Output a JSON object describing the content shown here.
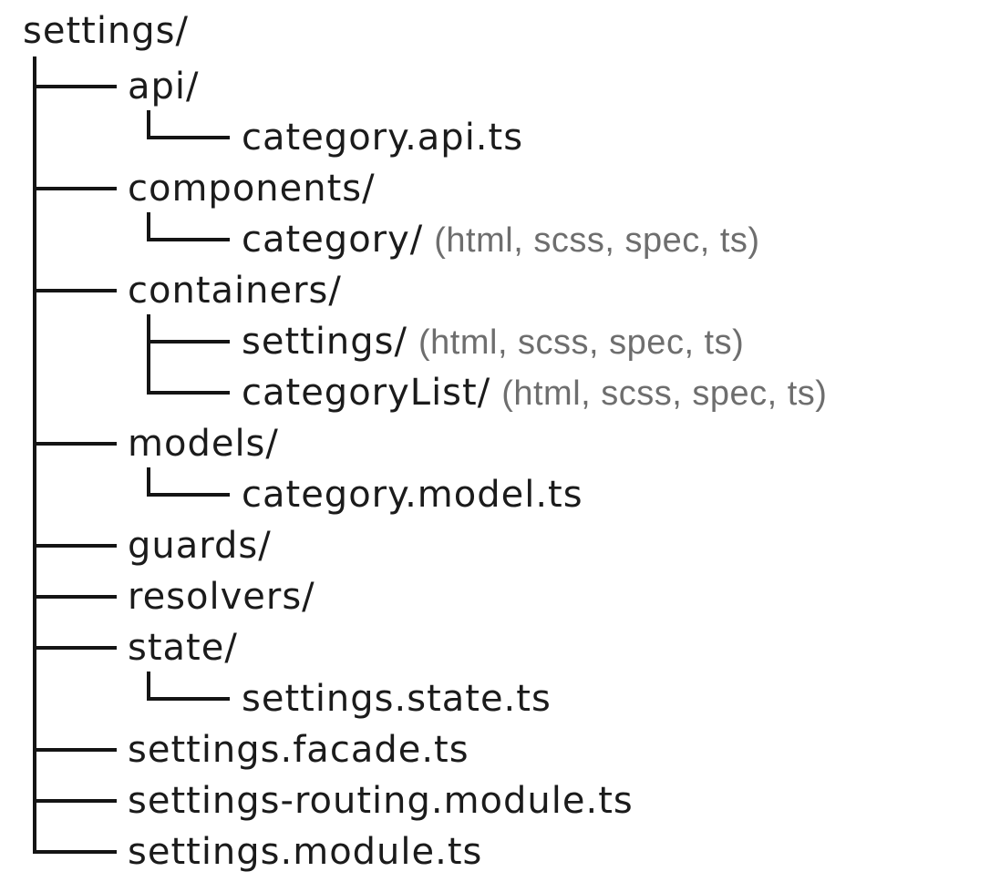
{
  "colors": {
    "background": "#ffffff",
    "text": "#1b1b1b",
    "line": "#141414",
    "annotation": "#6e6e6e"
  },
  "tree": {
    "root": "settings/",
    "children": [
      {
        "label": "api/",
        "children": [
          {
            "label": "category.api.ts"
          }
        ]
      },
      {
        "label": "components/",
        "children": [
          {
            "label": "category/",
            "annotation": "(html, scss, spec, ts)"
          }
        ]
      },
      {
        "label": "containers/",
        "children": [
          {
            "label": "settings/",
            "annotation": "(html, scss, spec, ts)"
          },
          {
            "label": "categoryList/",
            "annotation": "(html, scss, spec, ts)"
          }
        ]
      },
      {
        "label": "models/",
        "children": [
          {
            "label": "category.model.ts"
          }
        ]
      },
      {
        "label": "guards/"
      },
      {
        "label": "resolvers/"
      },
      {
        "label": "state/",
        "children": [
          {
            "label": "settings.state.ts"
          }
        ]
      },
      {
        "label": "settings.facade.ts"
      },
      {
        "label": "settings-routing.module.ts"
      },
      {
        "label": "settings.module.ts"
      }
    ]
  }
}
